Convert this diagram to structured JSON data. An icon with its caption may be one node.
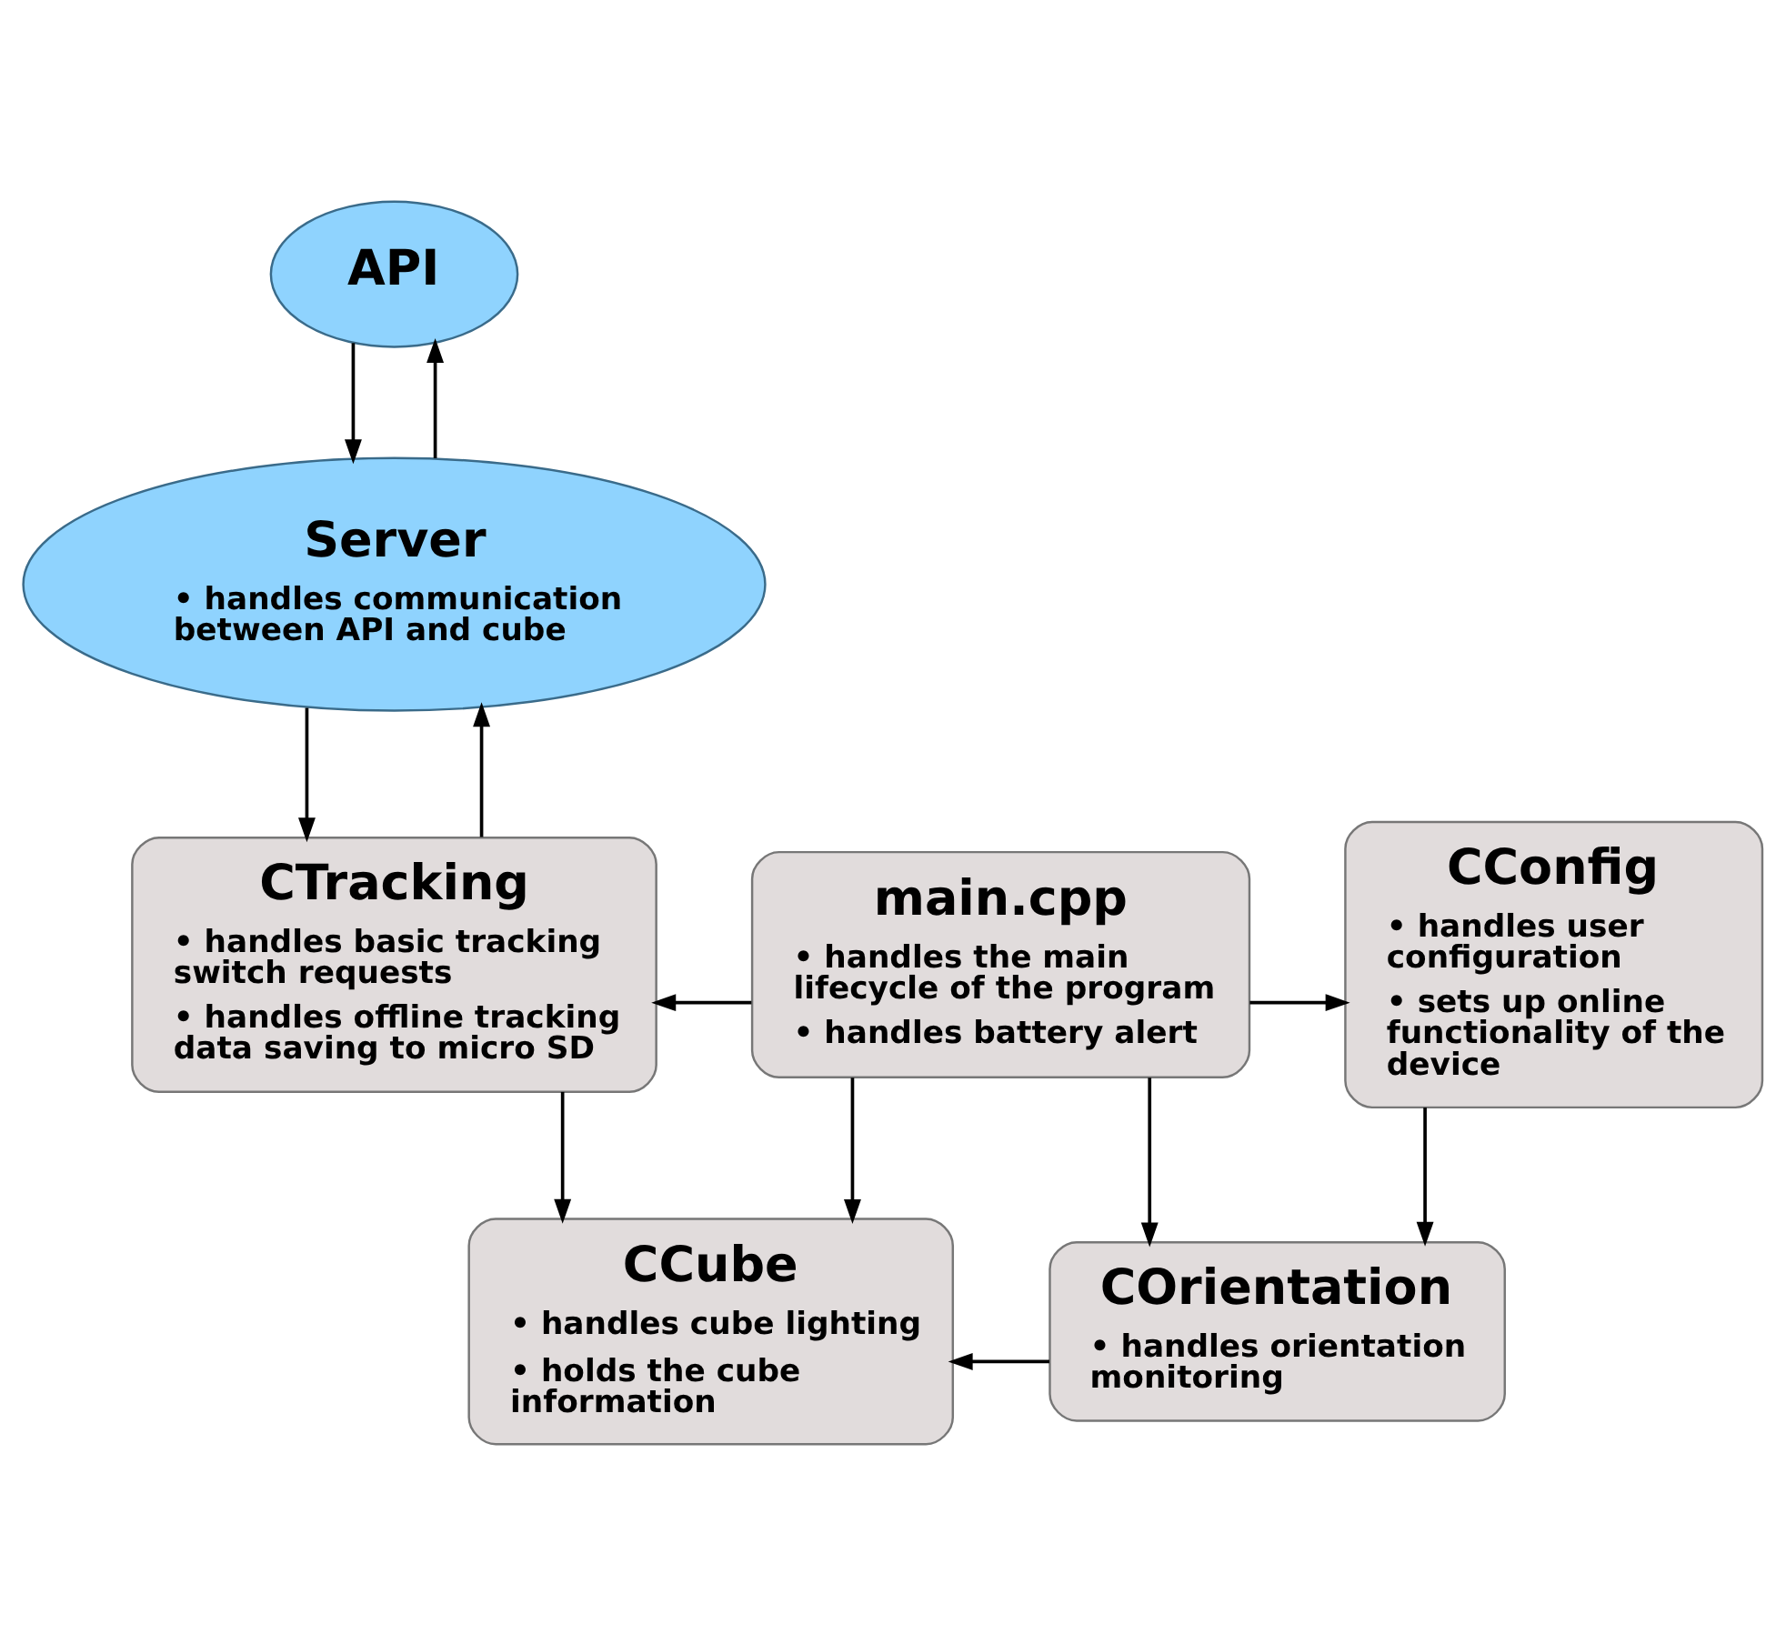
{
  "diagram": {
    "nodes": [
      {
        "text": [
          "API"
        ]
      },
      {
        "text": [
          "Server",
          "• handles communication between API and cube"
        ]
      },
      {
        "text": [
          "CTracking",
          "• handles basic tracking switch requests",
          "• handles offline tracking data saving to micro SD"
        ]
      },
      {
        "text": [
          "main.cpp",
          "• handles the main lifecycle of the program",
          "• handles battery alert"
        ]
      },
      {
        "text": [
          "CConfig",
          "• handles user configuration",
          "• sets up online functionality of the device"
        ]
      },
      {
        "text": [
          "CCube",
          "• handles cube lighting",
          "• holds the cube information"
        ]
      },
      {
        "text": [
          "COrientation",
          "• handles orientation monitoring"
        ]
      }
    ],
    "edges": [
      {
        "from": 1,
        "to": 0,
        "arrow": "to"
      },
      {
        "from": 0,
        "to": 1,
        "arrow": "to"
      },
      {
        "from": 2,
        "to": 1,
        "arrow": "to"
      },
      {
        "from": 1,
        "to": 2,
        "arrow": "to"
      },
      {
        "from": 3,
        "to": 2,
        "arrow": "to"
      },
      {
        "from": 3,
        "to": 4,
        "arrow": "to"
      },
      {
        "from": 3,
        "to": 5,
        "arrow": "to"
      },
      {
        "from": 3,
        "to": 6,
        "arrow": "to"
      },
      {
        "from": 2,
        "to": 5,
        "arrow": "to"
      },
      {
        "from": 4,
        "to": 6,
        "arrow": "to"
      },
      {
        "from": 6,
        "to": 5,
        "arrow": "to"
      }
    ]
  }
}
